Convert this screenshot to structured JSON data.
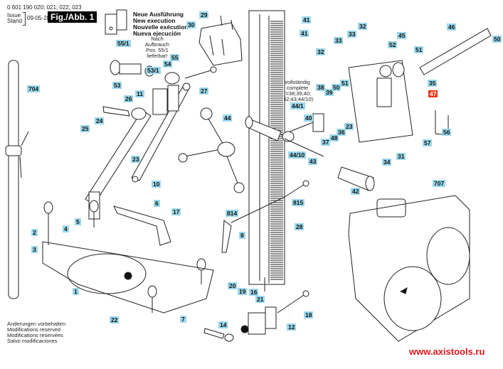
{
  "header": {
    "part_numbers": "0 601 190 020; 021; 022; 023",
    "issue_label_de": "Issue",
    "issue_label_en": "Stand",
    "issue_date": "09-05-28",
    "figure_title": "Fig./Abb. 1"
  },
  "notes": {
    "new_execution": [
      "Neue Ausführung",
      "New execution",
      "Nouvelle exécution",
      "Nueva ejecución"
    ],
    "nach_aufbrauch": [
      "Nach Aufbrauch",
      "Pos. 55/1",
      "lieferbar!"
    ],
    "complete": [
      "vollständig",
      "complete",
      "(=38;39;40;",
      "42;43;44/10)"
    ],
    "modifications": [
      "Änderungen vorbehalten",
      "Modifications reserved",
      "Modifications reservées",
      "Salvo modificaciones"
    ]
  },
  "watermark": "www.axistools.ru",
  "colors": {
    "callout": "#9bd8ec",
    "callout_highlight": "#e5381e",
    "watermark": "#e0161b"
  },
  "callouts": [
    {
      "id": "55/1"
    },
    {
      "id": "29"
    },
    {
      "id": "30"
    },
    {
      "id": "41a",
      "label": "41"
    },
    {
      "id": "41b",
      "label": "41"
    },
    {
      "id": "33a",
      "label": "33"
    },
    {
      "id": "33b",
      "label": "33"
    },
    {
      "id": "32a",
      "label": "32"
    },
    {
      "id": "32b",
      "label": "32"
    },
    {
      "id": "52"
    },
    {
      "id": "45"
    },
    {
      "id": "51a",
      "label": "51"
    },
    {
      "id": "46"
    },
    {
      "id": "50a",
      "label": "50"
    },
    {
      "id": "704"
    },
    {
      "id": "53/1"
    },
    {
      "id": "54"
    },
    {
      "id": "55"
    },
    {
      "id": "53"
    },
    {
      "id": "11"
    },
    {
      "id": "26"
    },
    {
      "id": "27"
    },
    {
      "id": "44"
    },
    {
      "id": "24"
    },
    {
      "id": "25"
    },
    {
      "id": "23a",
      "label": "23"
    },
    {
      "id": "10"
    },
    {
      "id": "38"
    },
    {
      "id": "39"
    },
    {
      "id": "50b",
      "label": "50"
    },
    {
      "id": "51b",
      "label": "51"
    },
    {
      "id": "44/1"
    },
    {
      "id": "40"
    },
    {
      "id": "35"
    },
    {
      "id": "47",
      "highlight": true
    },
    {
      "id": "56"
    },
    {
      "id": "57"
    },
    {
      "id": "23b",
      "label": "23"
    },
    {
      "id": "36"
    },
    {
      "id": "48"
    },
    {
      "id": "37"
    },
    {
      "id": "31"
    },
    {
      "id": "34"
    },
    {
      "id": "44/10"
    },
    {
      "id": "43"
    },
    {
      "id": "42"
    },
    {
      "id": "707"
    },
    {
      "id": "6"
    },
    {
      "id": "17"
    },
    {
      "id": "814"
    },
    {
      "id": "815"
    },
    {
      "id": "28"
    },
    {
      "id": "8"
    },
    {
      "id": "2"
    },
    {
      "id": "5"
    },
    {
      "id": "4"
    },
    {
      "id": "3"
    },
    {
      "id": "20"
    },
    {
      "id": "19"
    },
    {
      "id": "16"
    },
    {
      "id": "21"
    },
    {
      "id": "18"
    },
    {
      "id": "1"
    },
    {
      "id": "7"
    },
    {
      "id": "22"
    },
    {
      "id": "12"
    },
    {
      "id": "14"
    }
  ]
}
